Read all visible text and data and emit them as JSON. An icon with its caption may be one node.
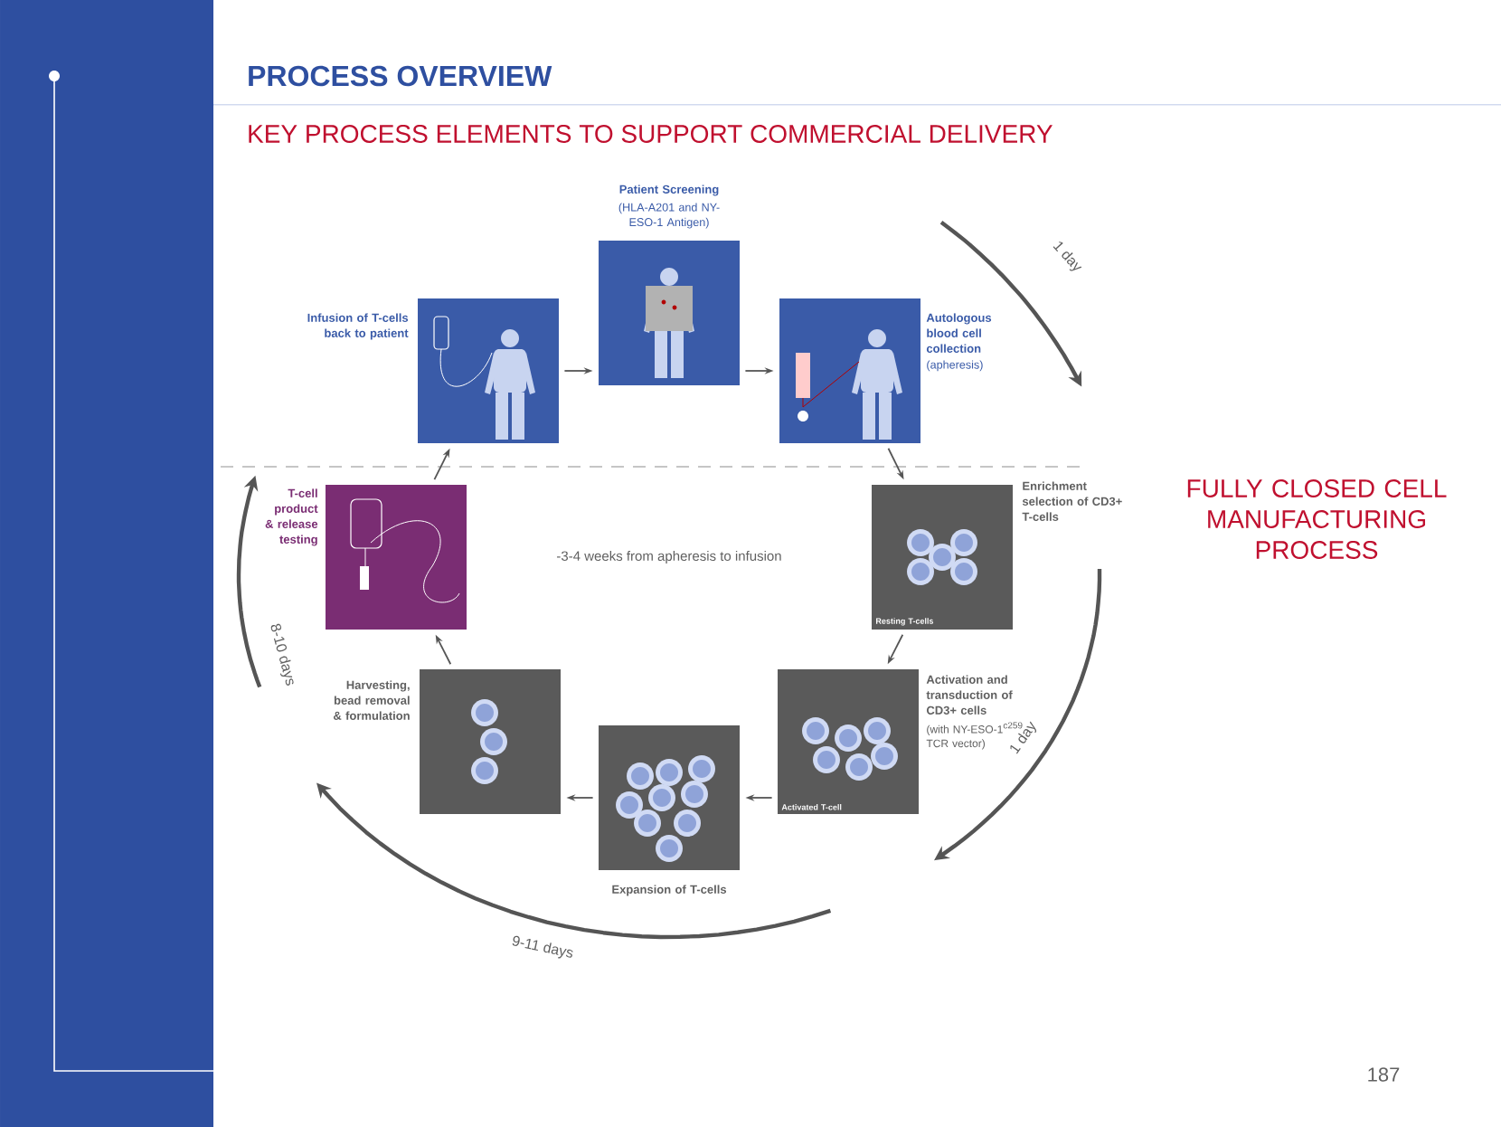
{
  "diagram": {
    "title": "PROCESS OVERVIEW",
    "nodes": [
      {
        "text": [
          "Infusion of T-cells back to patient"
        ]
      },
      {
        "text": [
          "Patient Screening",
          "(HLA-A201 and NY-ESO-1 Antigen)"
        ]
      },
      {
        "text": [
          "Autologous blood cell collection",
          "(apheresis)"
        ]
      },
      {
        "text": [
          "T-cell product & release testing"
        ]
      },
      {
        "text": [
          "Enrichment selection of CD3+ T-cells",
          "Resting T-cells"
        ]
      },
      {
        "text": [
          "Harvesting, bead removal & formulation"
        ]
      },
      {
        "text": [
          "Activation and transduction of CD3+ cells",
          "(with NY-ESO-1$^{c259}$ TCR vector)",
          "Activated T-cell"
        ]
      },
      {
        "text": [
          "Expansion of T-cells"
        ]
      }
    ],
    "edges": [
      {
        "from": 0,
        "to": 1,
        "arrow": "to"
      },
      {
        "from": 1,
        "to": 2,
        "arrow": "to"
      },
      {
        "from": 2,
        "to": 4,
        "arrow": "to"
      },
      {
        "from": 4,
        "to": 6,
        "arrow": "to"
      },
      {
        "from": 6,
        "to": 7,
        "arrow": "to"
      },
      {
        "from": 7,
        "to": 5,
        "arrow": "to"
      },
      {
        "from": 5,
        "to": 3,
        "arrow": "to"
      },
      {
        "from": 3,
        "to": 0,
        "arrow": "to"
      }
    ],
    "labels": [
      "KEY PROCESS ELEMENTS TO SUPPORT COMMERCIAL DELIVERY",
      "1 day",
      "-3-4 weeks from apheresis to infusion",
      "FULLY CLOSED CELL MANUFACTURING PROCESS",
      "8-10 days",
      "1 day",
      "9-11 days",
      "187"
    ]
  }
}
